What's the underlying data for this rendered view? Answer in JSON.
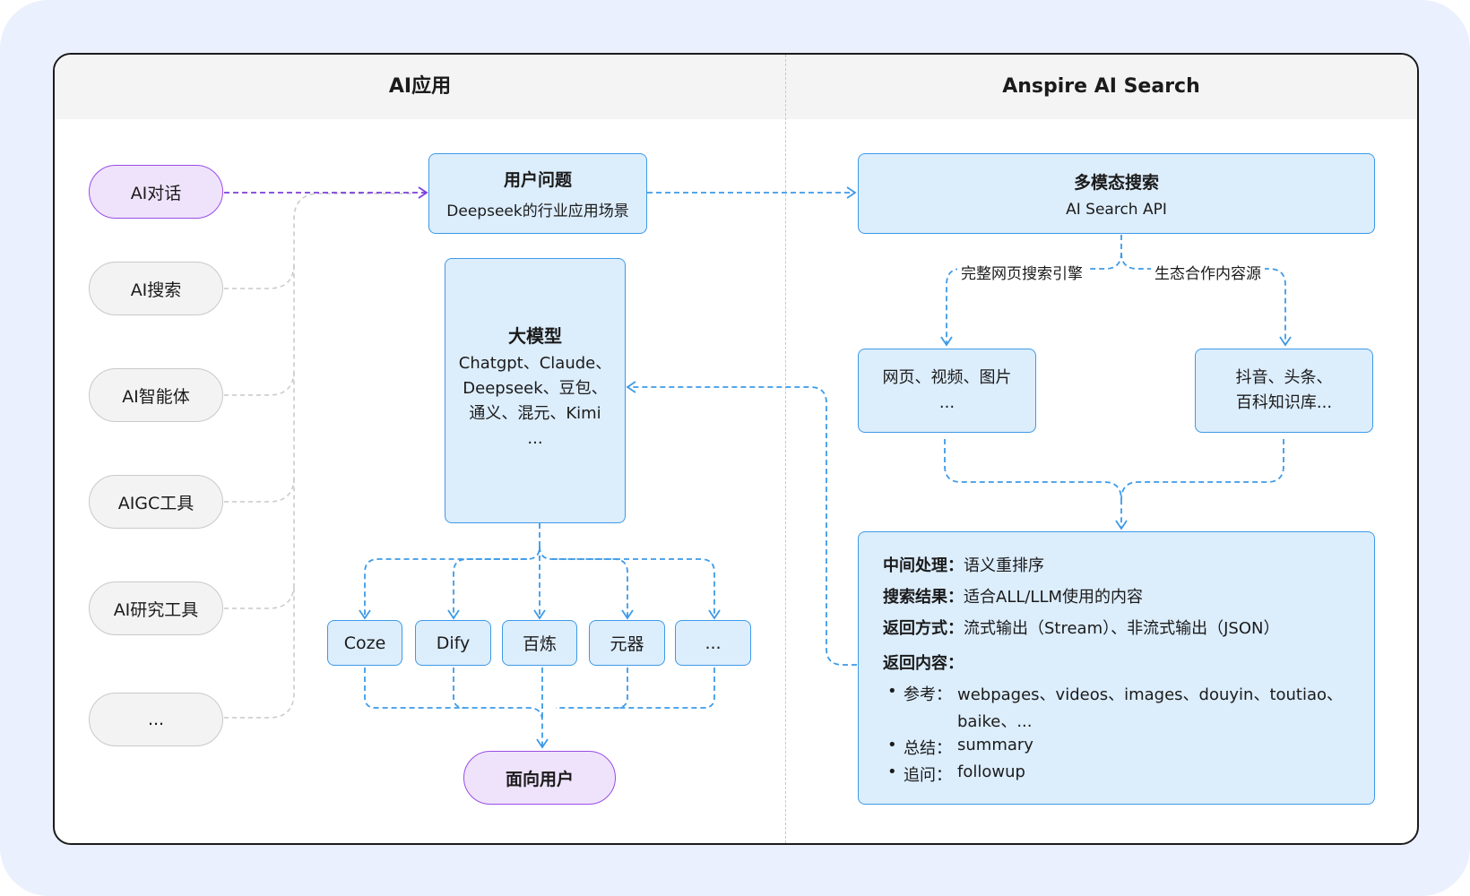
{
  "columns": {
    "left_title": "AI应用",
    "right_title": "Anspire AI Search"
  },
  "app_types": [
    {
      "label": "AI对话",
      "active": true
    },
    {
      "label": "AI搜索",
      "active": false
    },
    {
      "label": "AI智能体",
      "active": false
    },
    {
      "label": "AIGC工具",
      "active": false
    },
    {
      "label": "AI研究工具",
      "active": false
    },
    {
      "label": "...",
      "active": false
    }
  ],
  "user_question": {
    "title": "用户问题",
    "subtitle": "Deepseek的行业应用场景"
  },
  "llm": {
    "title": "大模型",
    "lines": [
      "Chatgpt、Claude、",
      "Deepseek、豆包、",
      "通义、混元、Kimi",
      "..."
    ]
  },
  "platforms": [
    "Coze",
    "Dify",
    "百炼",
    "元器",
    "..."
  ],
  "end_user": "面向用户",
  "multimodal_search": {
    "title": "多模态搜索",
    "subtitle": "AI Search API"
  },
  "search_branches": {
    "left_label": "完整网页搜索引擎",
    "right_label": "生态合作内容源"
  },
  "web_sources": [
    "网页、视频、图片",
    "..."
  ],
  "ecosystem_sources": [
    "抖音、头条、",
    "百科知识库..."
  ],
  "processing": {
    "middle_label": "中间处理：",
    "middle_value": "语义重排序",
    "result_label": "搜索结果：",
    "result_value": "适合ALL/LLM使用的内容",
    "return_mode_label": "返回方式：",
    "return_mode_value": "流式输出（Stream）、非流式输出（JSON）",
    "return_content_label": "返回内容：",
    "items": [
      {
        "label": "参考：",
        "value": "webpages、videos、images、douyin、toutiao、",
        "value_cont": "baike、..."
      },
      {
        "label": "总结：",
        "value": "summary"
      },
      {
        "label": "追问：",
        "value": "followup"
      }
    ]
  },
  "colors": {
    "blue_accent": "#3d9ae8",
    "blue_fill": "#dcedfc",
    "purple_accent": "#9a4de6",
    "purple_fill": "#efe3fc",
    "gray_line": "#c9c9c9",
    "page_background": "#eaf0fd"
  }
}
